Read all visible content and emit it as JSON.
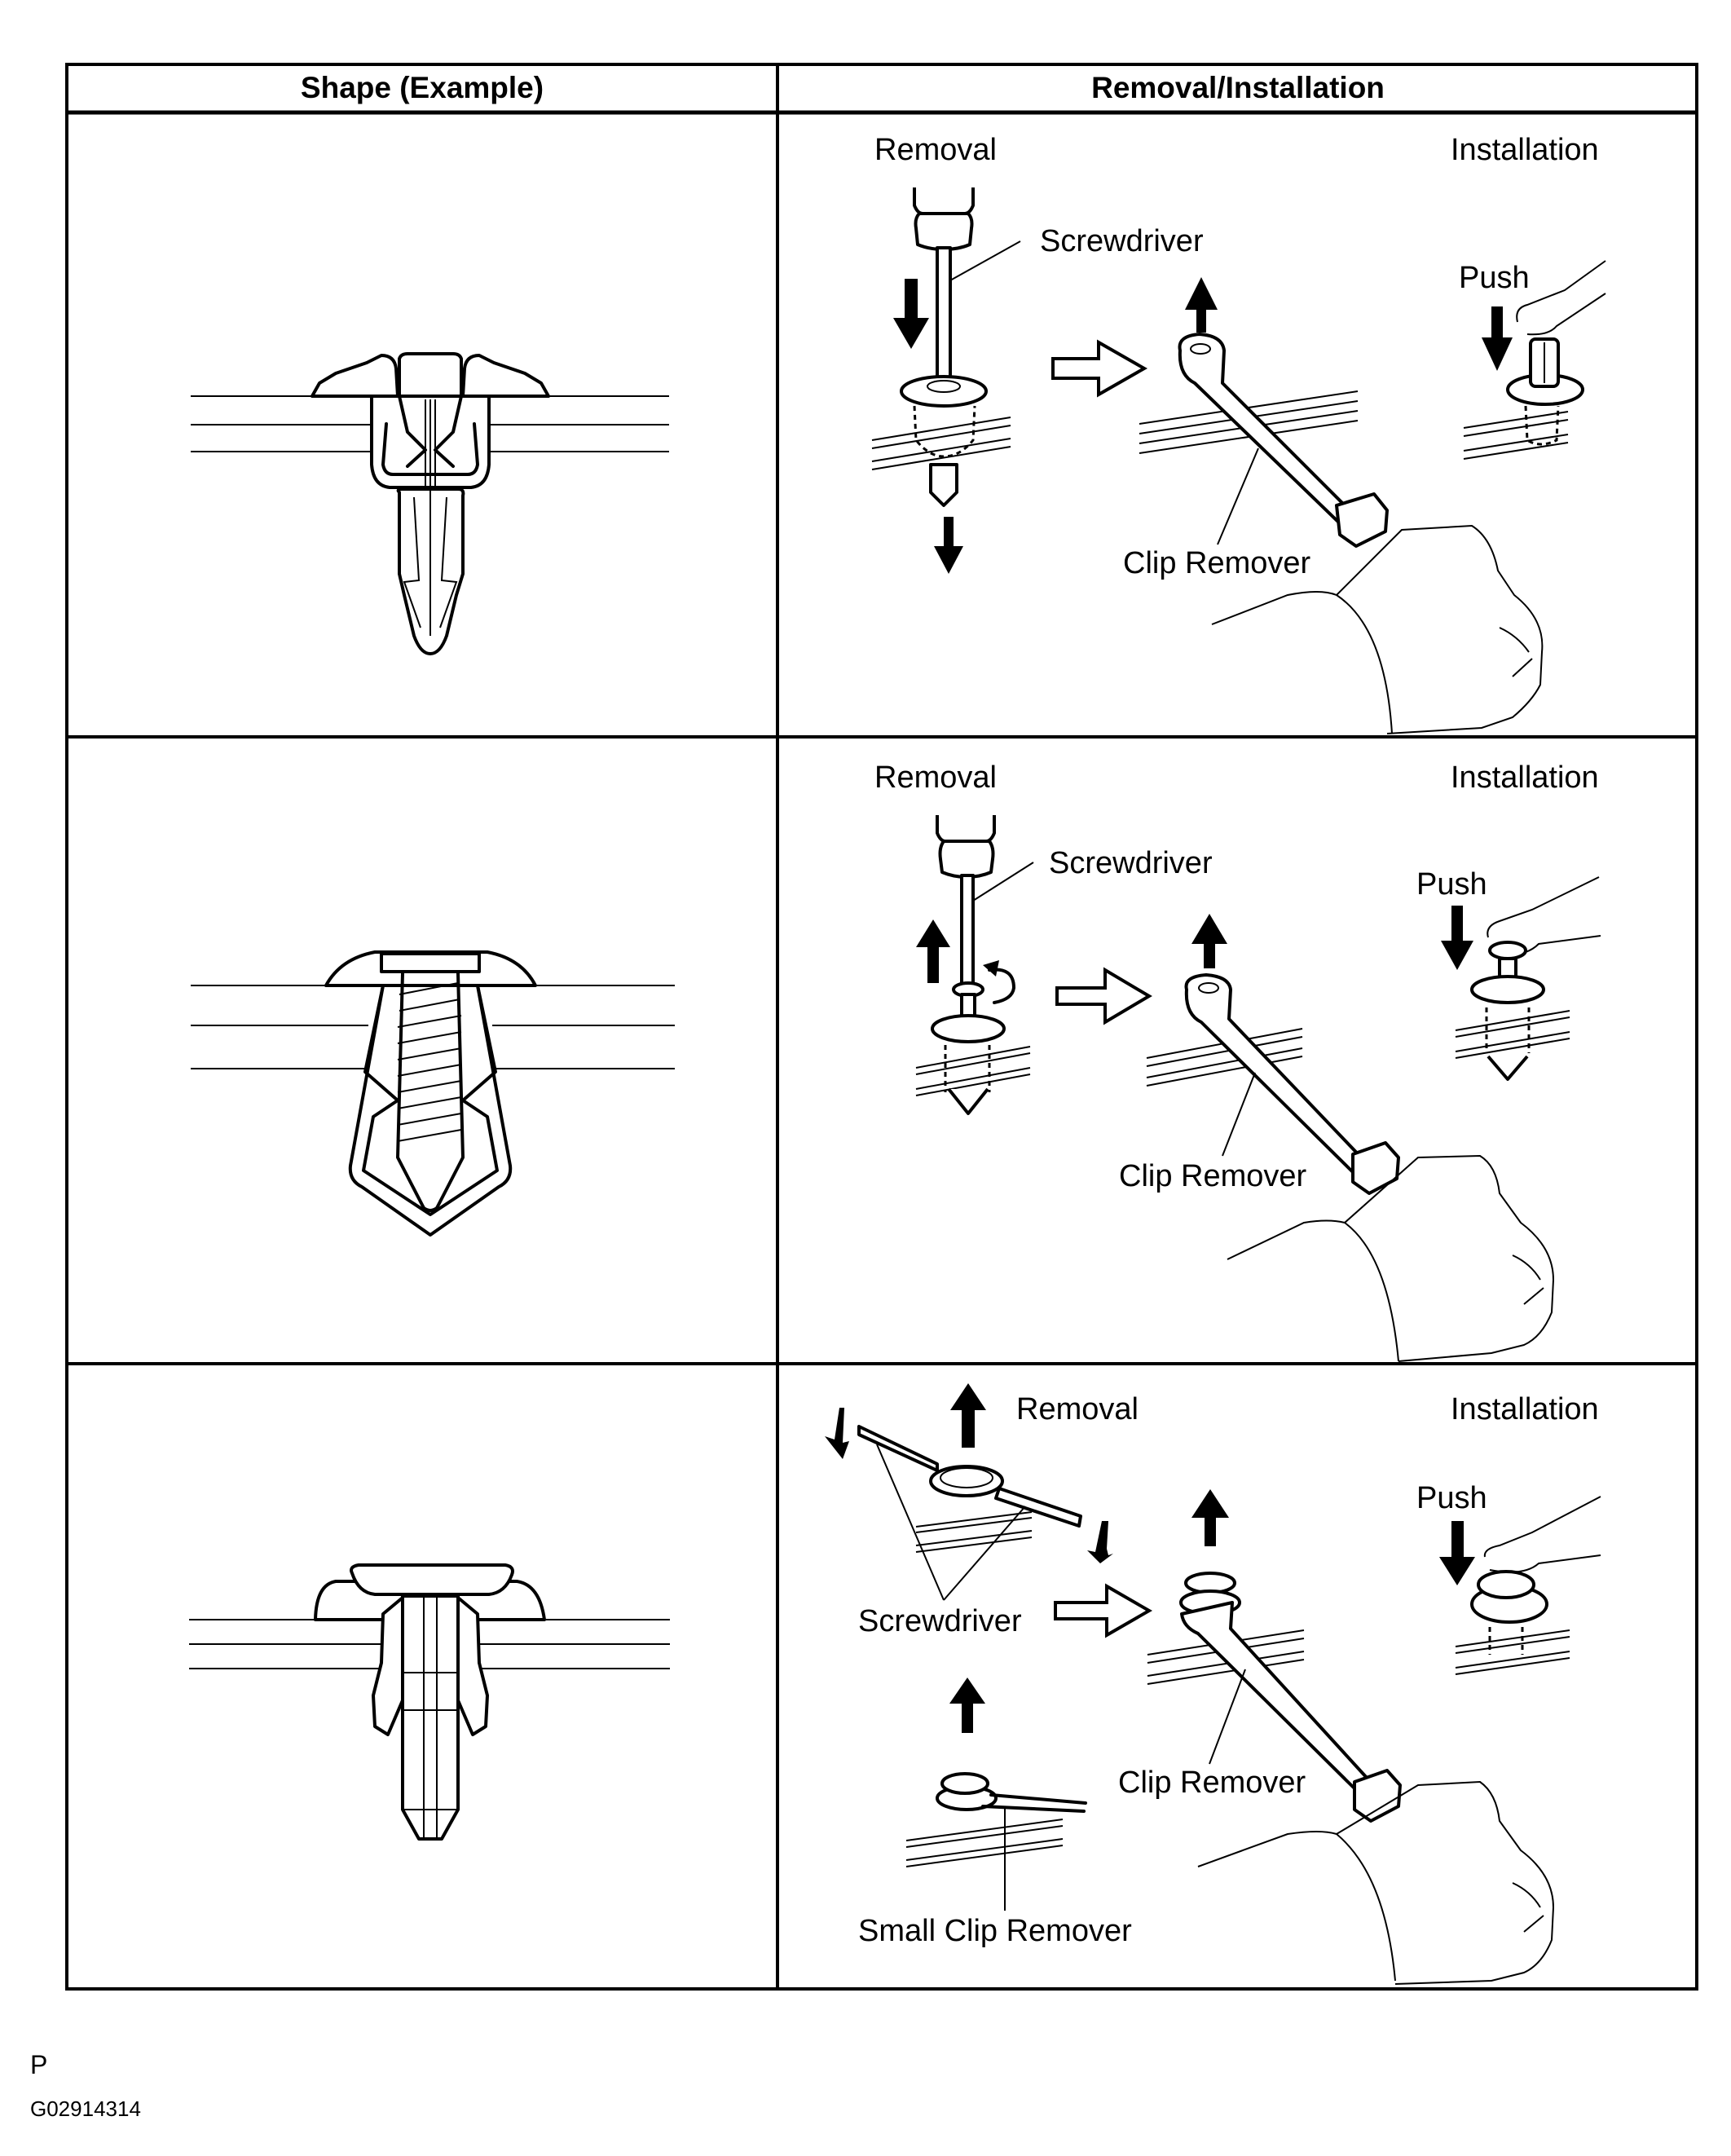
{
  "table": {
    "headers": [
      "Shape (Example)",
      "Removal/Installation"
    ],
    "rows": [
      {
        "shape_icon": "trim-clip-type-a-icon",
        "removal_label": "Removal",
        "installation_label": "Installation",
        "callouts": {
          "screwdriver": "Screwdriver",
          "clip_remover": "Clip Remover",
          "push": "Push"
        }
      },
      {
        "shape_icon": "screw-clip-type-b-icon",
        "removal_label": "Removal",
        "installation_label": "Installation",
        "callouts": {
          "screwdriver": "Screwdriver",
          "clip_remover": "Clip Remover",
          "push": "Push"
        }
      },
      {
        "shape_icon": "push-clip-type-c-icon",
        "removal_label": "Removal",
        "installation_label": "Installation",
        "callouts": {
          "screwdriver": "Screwdriver",
          "clip_remover": "Clip Remover",
          "push": "Push",
          "small_clip_remover": "Small Clip Remover"
        }
      }
    ]
  },
  "footer": {
    "letter": "P",
    "figure_code": "G02914314"
  }
}
